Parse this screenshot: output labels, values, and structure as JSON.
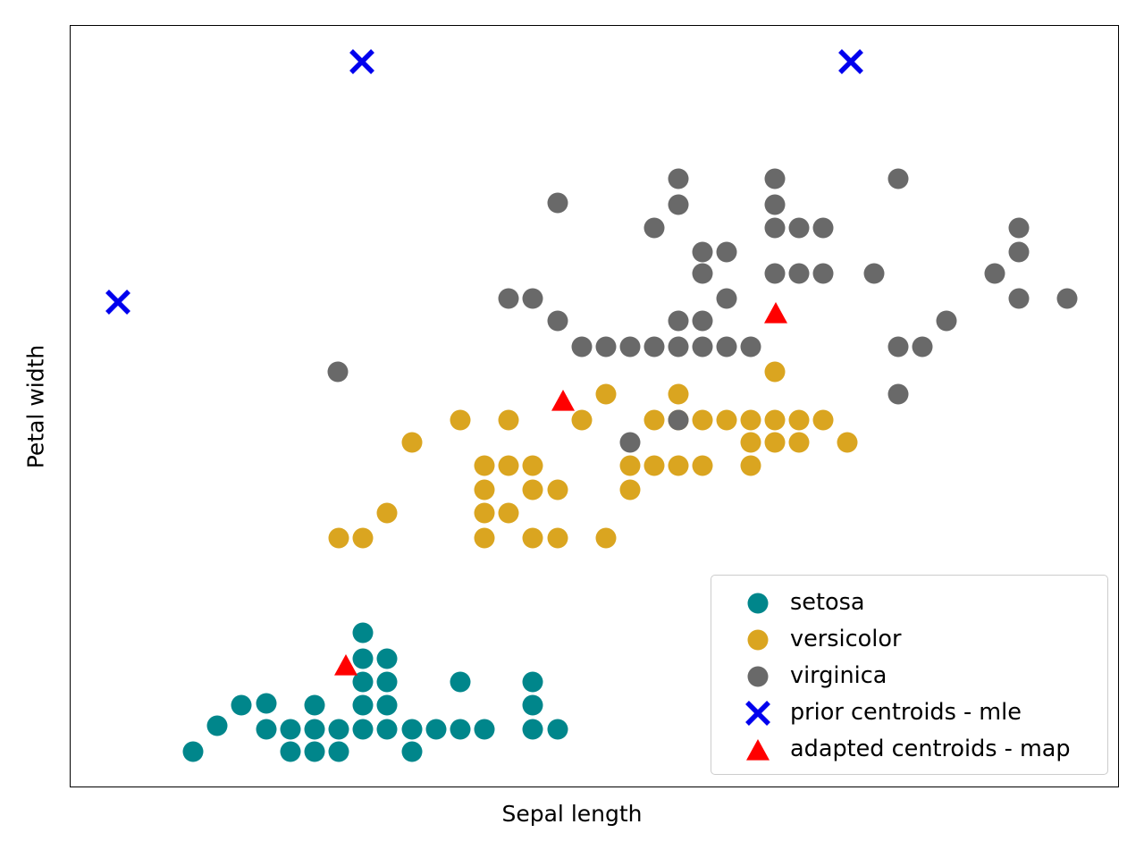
{
  "chart_data": {
    "type": "scatter",
    "title": "",
    "xlabel": "Sepal length",
    "ylabel": "Petal width",
    "xticks": [],
    "yticks": [],
    "grid": false,
    "legend_position": "lower right",
    "colors": {
      "setosa": "#00868B",
      "versicolor": "#DAA520",
      "virginica": "#696969",
      "prior_centroids": "#0000EE",
      "adapted_centroids": "#FF0000",
      "frame": "#000000",
      "legend_border": "#CCCCCC",
      "background": "#FFFFFF"
    },
    "series": [
      {
        "name": "setosa",
        "marker": "circle",
        "color": "#00868B",
        "points": [
          [
            216,
            841
          ],
          [
            243,
            812
          ],
          [
            270,
            789
          ],
          [
            298,
            787
          ],
          [
            298,
            816
          ],
          [
            325,
            816
          ],
          [
            325,
            841
          ],
          [
            352,
            789
          ],
          [
            352,
            816
          ],
          [
            352,
            841
          ],
          [
            379,
            816
          ],
          [
            379,
            841
          ],
          [
            406,
            708
          ],
          [
            406,
            737
          ],
          [
            406,
            763
          ],
          [
            406,
            789
          ],
          [
            406,
            816
          ],
          [
            433,
            737
          ],
          [
            433,
            763
          ],
          [
            433,
            789
          ],
          [
            433,
            816
          ],
          [
            461,
            816
          ],
          [
            461,
            841
          ],
          [
            488,
            816
          ],
          [
            515,
            763
          ],
          [
            515,
            816
          ],
          [
            542,
            816
          ],
          [
            596,
            763
          ],
          [
            596,
            789
          ],
          [
            596,
            816
          ],
          [
            624,
            816
          ]
        ]
      },
      {
        "name": "versicolor",
        "marker": "circle",
        "color": "#DAA520",
        "points": [
          [
            379,
            602
          ],
          [
            406,
            602
          ],
          [
            433,
            574
          ],
          [
            461,
            495
          ],
          [
            515,
            470
          ],
          [
            542,
            521
          ],
          [
            542,
            548
          ],
          [
            542,
            574
          ],
          [
            542,
            602
          ],
          [
            569,
            470
          ],
          [
            569,
            521
          ],
          [
            569,
            574
          ],
          [
            596,
            521
          ],
          [
            596,
            548
          ],
          [
            596,
            602
          ],
          [
            624,
            548
          ],
          [
            624,
            602
          ],
          [
            651,
            470
          ],
          [
            678,
            441
          ],
          [
            678,
            602
          ],
          [
            705,
            521
          ],
          [
            705,
            548
          ],
          [
            732,
            521
          ],
          [
            732,
            470
          ],
          [
            759,
            441
          ],
          [
            759,
            470
          ],
          [
            759,
            521
          ],
          [
            786,
            470
          ],
          [
            786,
            521
          ],
          [
            813,
            470
          ],
          [
            840,
            495
          ],
          [
            840,
            521
          ],
          [
            840,
            470
          ],
          [
            867,
            470
          ],
          [
            867,
            495
          ],
          [
            867,
            416
          ],
          [
            894,
            470
          ],
          [
            894,
            495
          ],
          [
            921,
            470
          ],
          [
            948,
            495
          ]
        ]
      },
      {
        "name": "virginica",
        "marker": "circle",
        "color": "#696969",
        "points": [
          [
            378,
            416
          ],
          [
            569,
            334
          ],
          [
            596,
            334
          ],
          [
            624,
            227
          ],
          [
            624,
            359
          ],
          [
            651,
            388
          ],
          [
            678,
            388
          ],
          [
            705,
            388
          ],
          [
            732,
            255
          ],
          [
            732,
            388
          ],
          [
            759,
            200
          ],
          [
            759,
            229
          ],
          [
            759,
            359
          ],
          [
            759,
            388
          ],
          [
            786,
            282
          ],
          [
            786,
            306
          ],
          [
            786,
            359
          ],
          [
            786,
            388
          ],
          [
            705,
            495
          ],
          [
            813,
            282
          ],
          [
            813,
            334
          ],
          [
            813,
            388
          ],
          [
            867,
            200
          ],
          [
            867,
            229
          ],
          [
            867,
            255
          ],
          [
            867,
            306
          ],
          [
            894,
            255
          ],
          [
            894,
            306
          ],
          [
            921,
            255
          ],
          [
            921,
            306
          ],
          [
            759,
            470
          ],
          [
            840,
            388
          ],
          [
            978,
            306
          ],
          [
            1005,
            200
          ],
          [
            1005,
            388
          ],
          [
            1005,
            441
          ],
          [
            1032,
            388
          ],
          [
            1059,
            359
          ],
          [
            1113,
            306
          ],
          [
            1140,
            255
          ],
          [
            1140,
            282
          ],
          [
            1140,
            334
          ],
          [
            1194,
            334
          ]
        ]
      },
      {
        "name": "prior centroids - mle",
        "marker": "x",
        "color": "#0000EE",
        "points": [
          [
            405,
            69
          ],
          [
            952,
            69
          ],
          [
            132,
            338
          ]
        ]
      },
      {
        "name": "adapted centroids - map",
        "marker": "triangle",
        "color": "#FF0000",
        "points": [
          [
            868,
            351
          ],
          [
            630,
            449
          ],
          [
            387,
            745
          ]
        ]
      }
    ]
  },
  "legend": {
    "items": [
      {
        "label": "setosa",
        "marker": "circle",
        "color": "#00868B"
      },
      {
        "label": "versicolor",
        "marker": "circle",
        "color": "#DAA520"
      },
      {
        "label": "virginica",
        "marker": "circle",
        "color": "#696969"
      },
      {
        "label": "prior centroids - mle",
        "marker": "x",
        "color": "#0000EE"
      },
      {
        "label": "adapted centroids - map",
        "marker": "triangle",
        "color": "#FF0000"
      }
    ]
  },
  "axes": {
    "xlabel": "Sepal length",
    "ylabel": "Petal width"
  }
}
